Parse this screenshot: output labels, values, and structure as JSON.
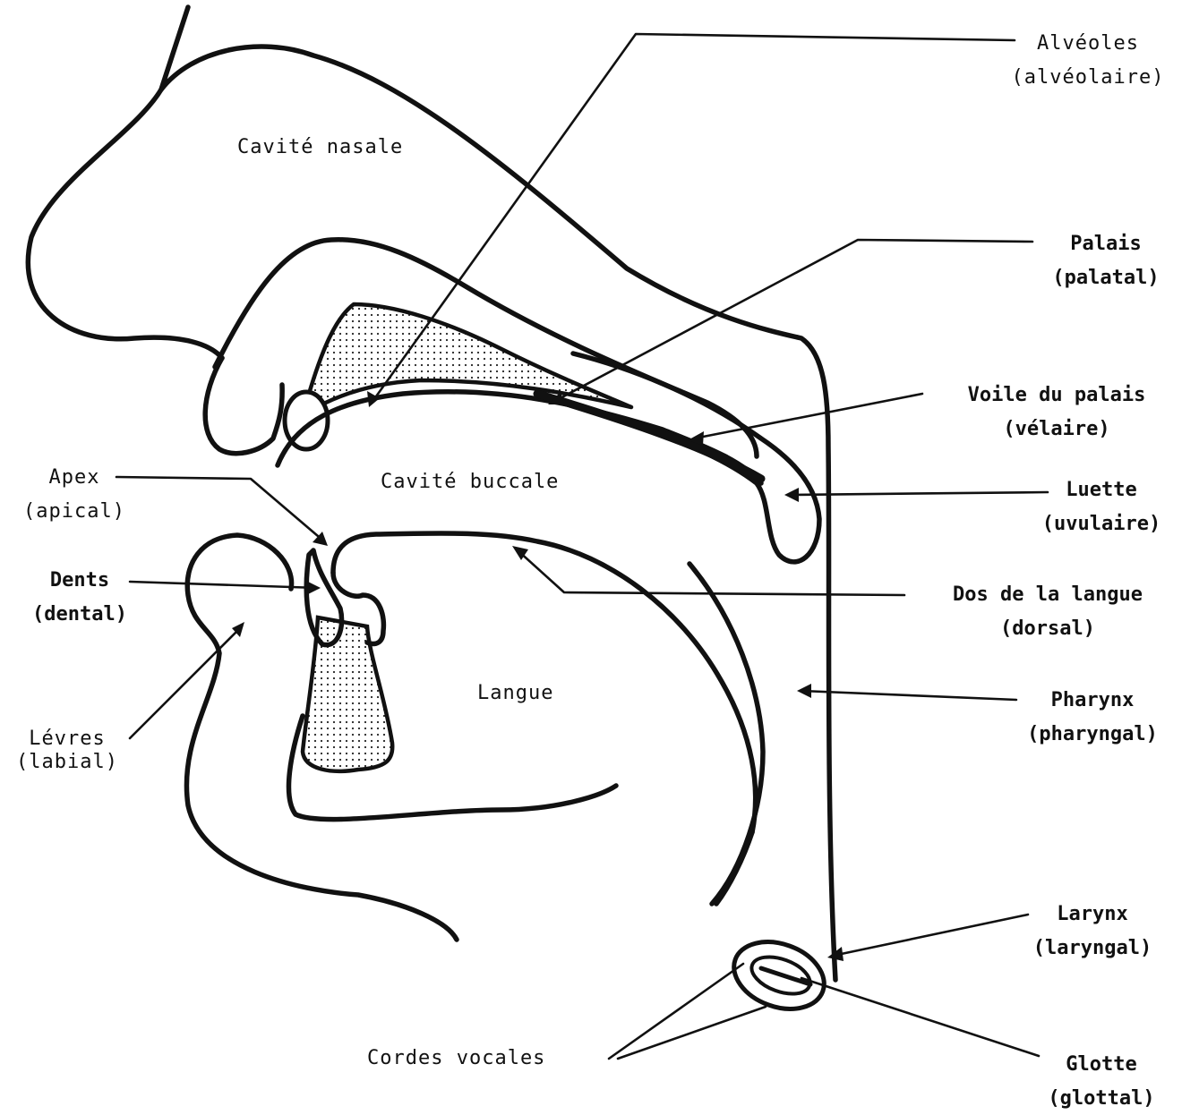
{
  "labels": {
    "alveoles": [
      "Alvéoles",
      "(alvéolaire)"
    ],
    "palais": [
      "Palais",
      "(palatal)"
    ],
    "voile": [
      "Voile du palais",
      "(vélaire)"
    ],
    "luette": [
      "Luette",
      "(uvulaire)"
    ],
    "dos": [
      "Dos de la langue",
      "(dorsal)"
    ],
    "pharynx": [
      "Pharynx",
      "(pharyngal)"
    ],
    "larynx": [
      "Larynx",
      "(laryngal)"
    ],
    "glotte": [
      "Glotte",
      "(glottal)"
    ],
    "apex": [
      "Apex",
      "(apical)"
    ],
    "dents": [
      "Dents",
      "(dental)"
    ],
    "levres": [
      "Lévres",
      "(labial)"
    ],
    "cavite_nasale": "Cavité nasale",
    "cavite_buccale": "Cavité buccale",
    "langue": "Langue",
    "cordes": "Cordes vocales"
  }
}
